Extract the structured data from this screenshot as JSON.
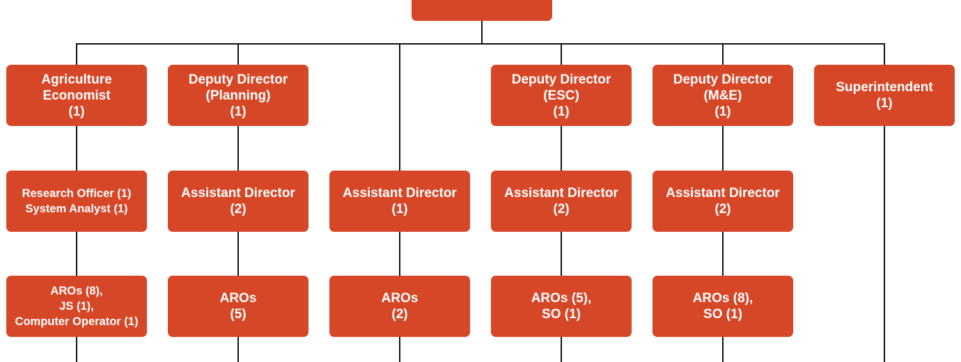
{
  "chart": {
    "top": {
      "lines": []
    },
    "row1": [
      {
        "id": "agri-economist",
        "lines": [
          "Agriculture",
          "Economist",
          "(1)"
        ]
      },
      {
        "id": "dd-planning",
        "lines": [
          "Deputy Director",
          "(Planning)",
          "(1)"
        ]
      },
      {
        "id": "dd-esc",
        "lines": [
          "Deputy Director",
          "(ESC)",
          "(1)"
        ]
      },
      {
        "id": "dd-me",
        "lines": [
          "Deputy Director",
          "(M&E)",
          "(1)"
        ]
      },
      {
        "id": "superintendent",
        "lines": [
          "Superintendent",
          "(1)"
        ]
      }
    ],
    "row2": [
      {
        "id": "research-officer",
        "lines": [
          "Research Officer (1)",
          "System Analyst (1)"
        ]
      },
      {
        "id": "ad-planning",
        "lines": [
          "Assistant Director",
          "(2)"
        ]
      },
      {
        "id": "ad-center",
        "lines": [
          "Assistant Director",
          "(1)"
        ]
      },
      {
        "id": "ad-esc",
        "lines": [
          "Assistant Director",
          "(2)"
        ]
      },
      {
        "id": "ad-me",
        "lines": [
          "Assistant Director",
          "(2)"
        ]
      }
    ],
    "row3": [
      {
        "id": "aros-1",
        "lines": [
          "AROs (8),",
          "JS (1),",
          "Computer Operator (1)"
        ]
      },
      {
        "id": "aros-2",
        "lines": [
          "AROs",
          "(5)"
        ]
      },
      {
        "id": "aros-3",
        "lines": [
          "AROs",
          "(2)"
        ]
      },
      {
        "id": "aros-4",
        "lines": [
          "AROs (5),",
          "SO (1)"
        ]
      },
      {
        "id": "aros-5",
        "lines": [
          "AROs (8),",
          "SO (1)"
        ]
      }
    ]
  }
}
